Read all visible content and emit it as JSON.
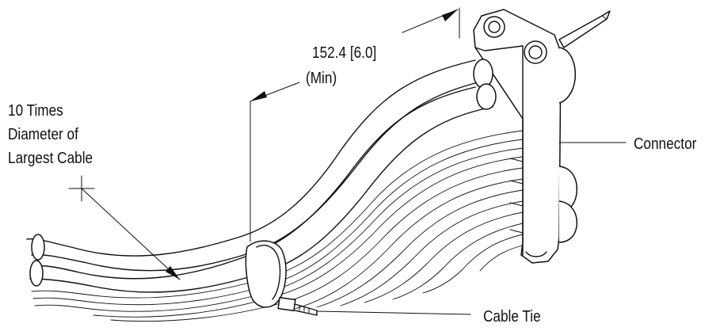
{
  "labels": {
    "dimension_line1": "152.4 [6.0]",
    "dimension_line2": "(Min)",
    "bend_line1": "10 Times",
    "bend_line2": "Diameter of",
    "bend_line3": "Largest Cable",
    "connector": "Connector",
    "cable_tie": "Cable Tie"
  }
}
